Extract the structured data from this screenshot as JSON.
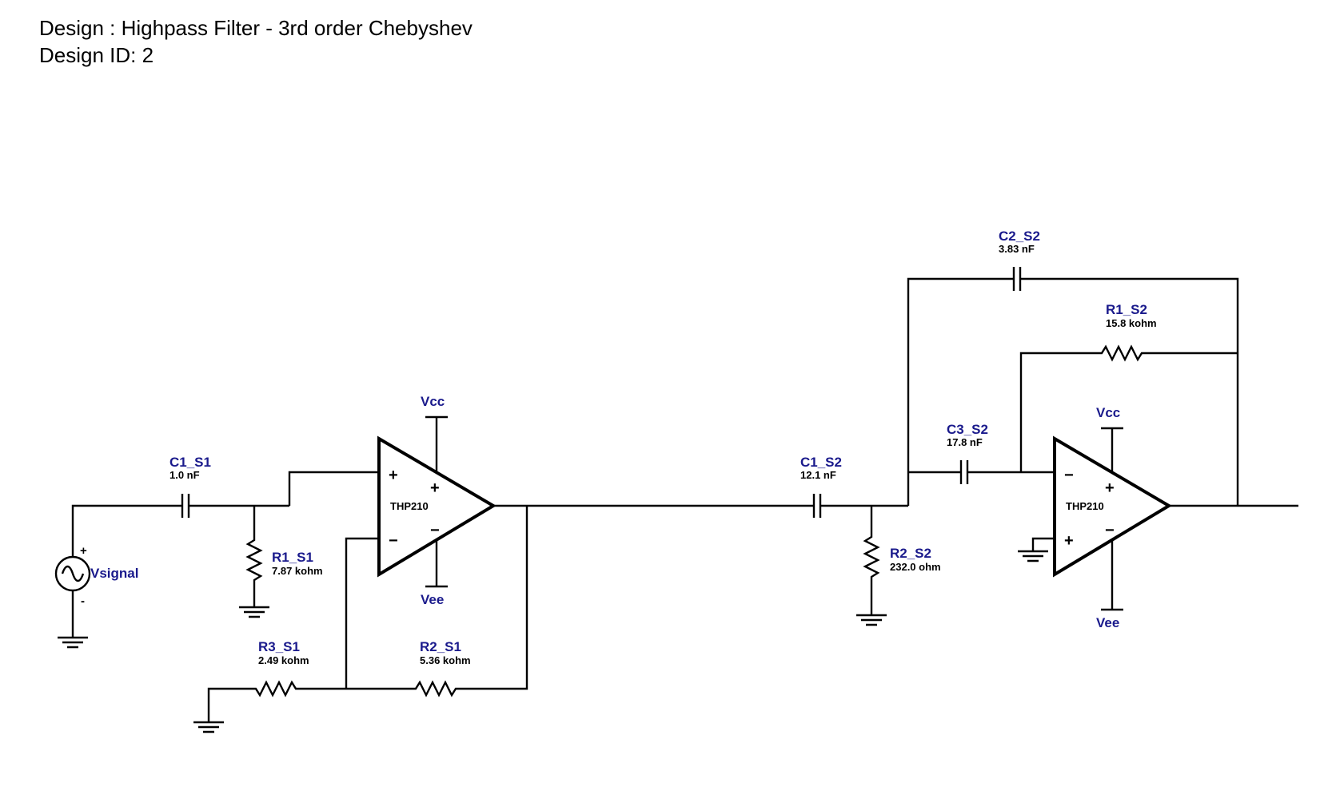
{
  "header": {
    "title": "Design : Highpass Filter - 3rd order Chebyshev",
    "design_id": "Design ID: 2"
  },
  "source": {
    "ref": "Vsignal",
    "plus": "+",
    "minus": "-"
  },
  "stage1": {
    "c1": {
      "ref": "C1_S1",
      "value": "1.0 nF"
    },
    "r1": {
      "ref": "R1_S1",
      "value": "7.87 kohm"
    },
    "r2": {
      "ref": "R2_S1",
      "value": "5.36 kohm"
    },
    "r3": {
      "ref": "R3_S1",
      "value": "2.49 kohm"
    },
    "opamp": {
      "part": "THP210",
      "vcc": "Vcc",
      "vee": "Vee"
    }
  },
  "stage2": {
    "c1": {
      "ref": "C1_S2",
      "value": "12.1 nF"
    },
    "c2": {
      "ref": "C2_S2",
      "value": "3.83 nF"
    },
    "c3": {
      "ref": "C3_S2",
      "value": "17.8 nF"
    },
    "r1": {
      "ref": "R1_S2",
      "value": "15.8 kohm"
    },
    "r2": {
      "ref": "R2_S2",
      "value": "232.0 ohm"
    },
    "opamp": {
      "part": "THP210",
      "vcc": "Vcc",
      "vee": "Vee"
    }
  },
  "pins": {
    "plus": "+",
    "minus": "−"
  }
}
